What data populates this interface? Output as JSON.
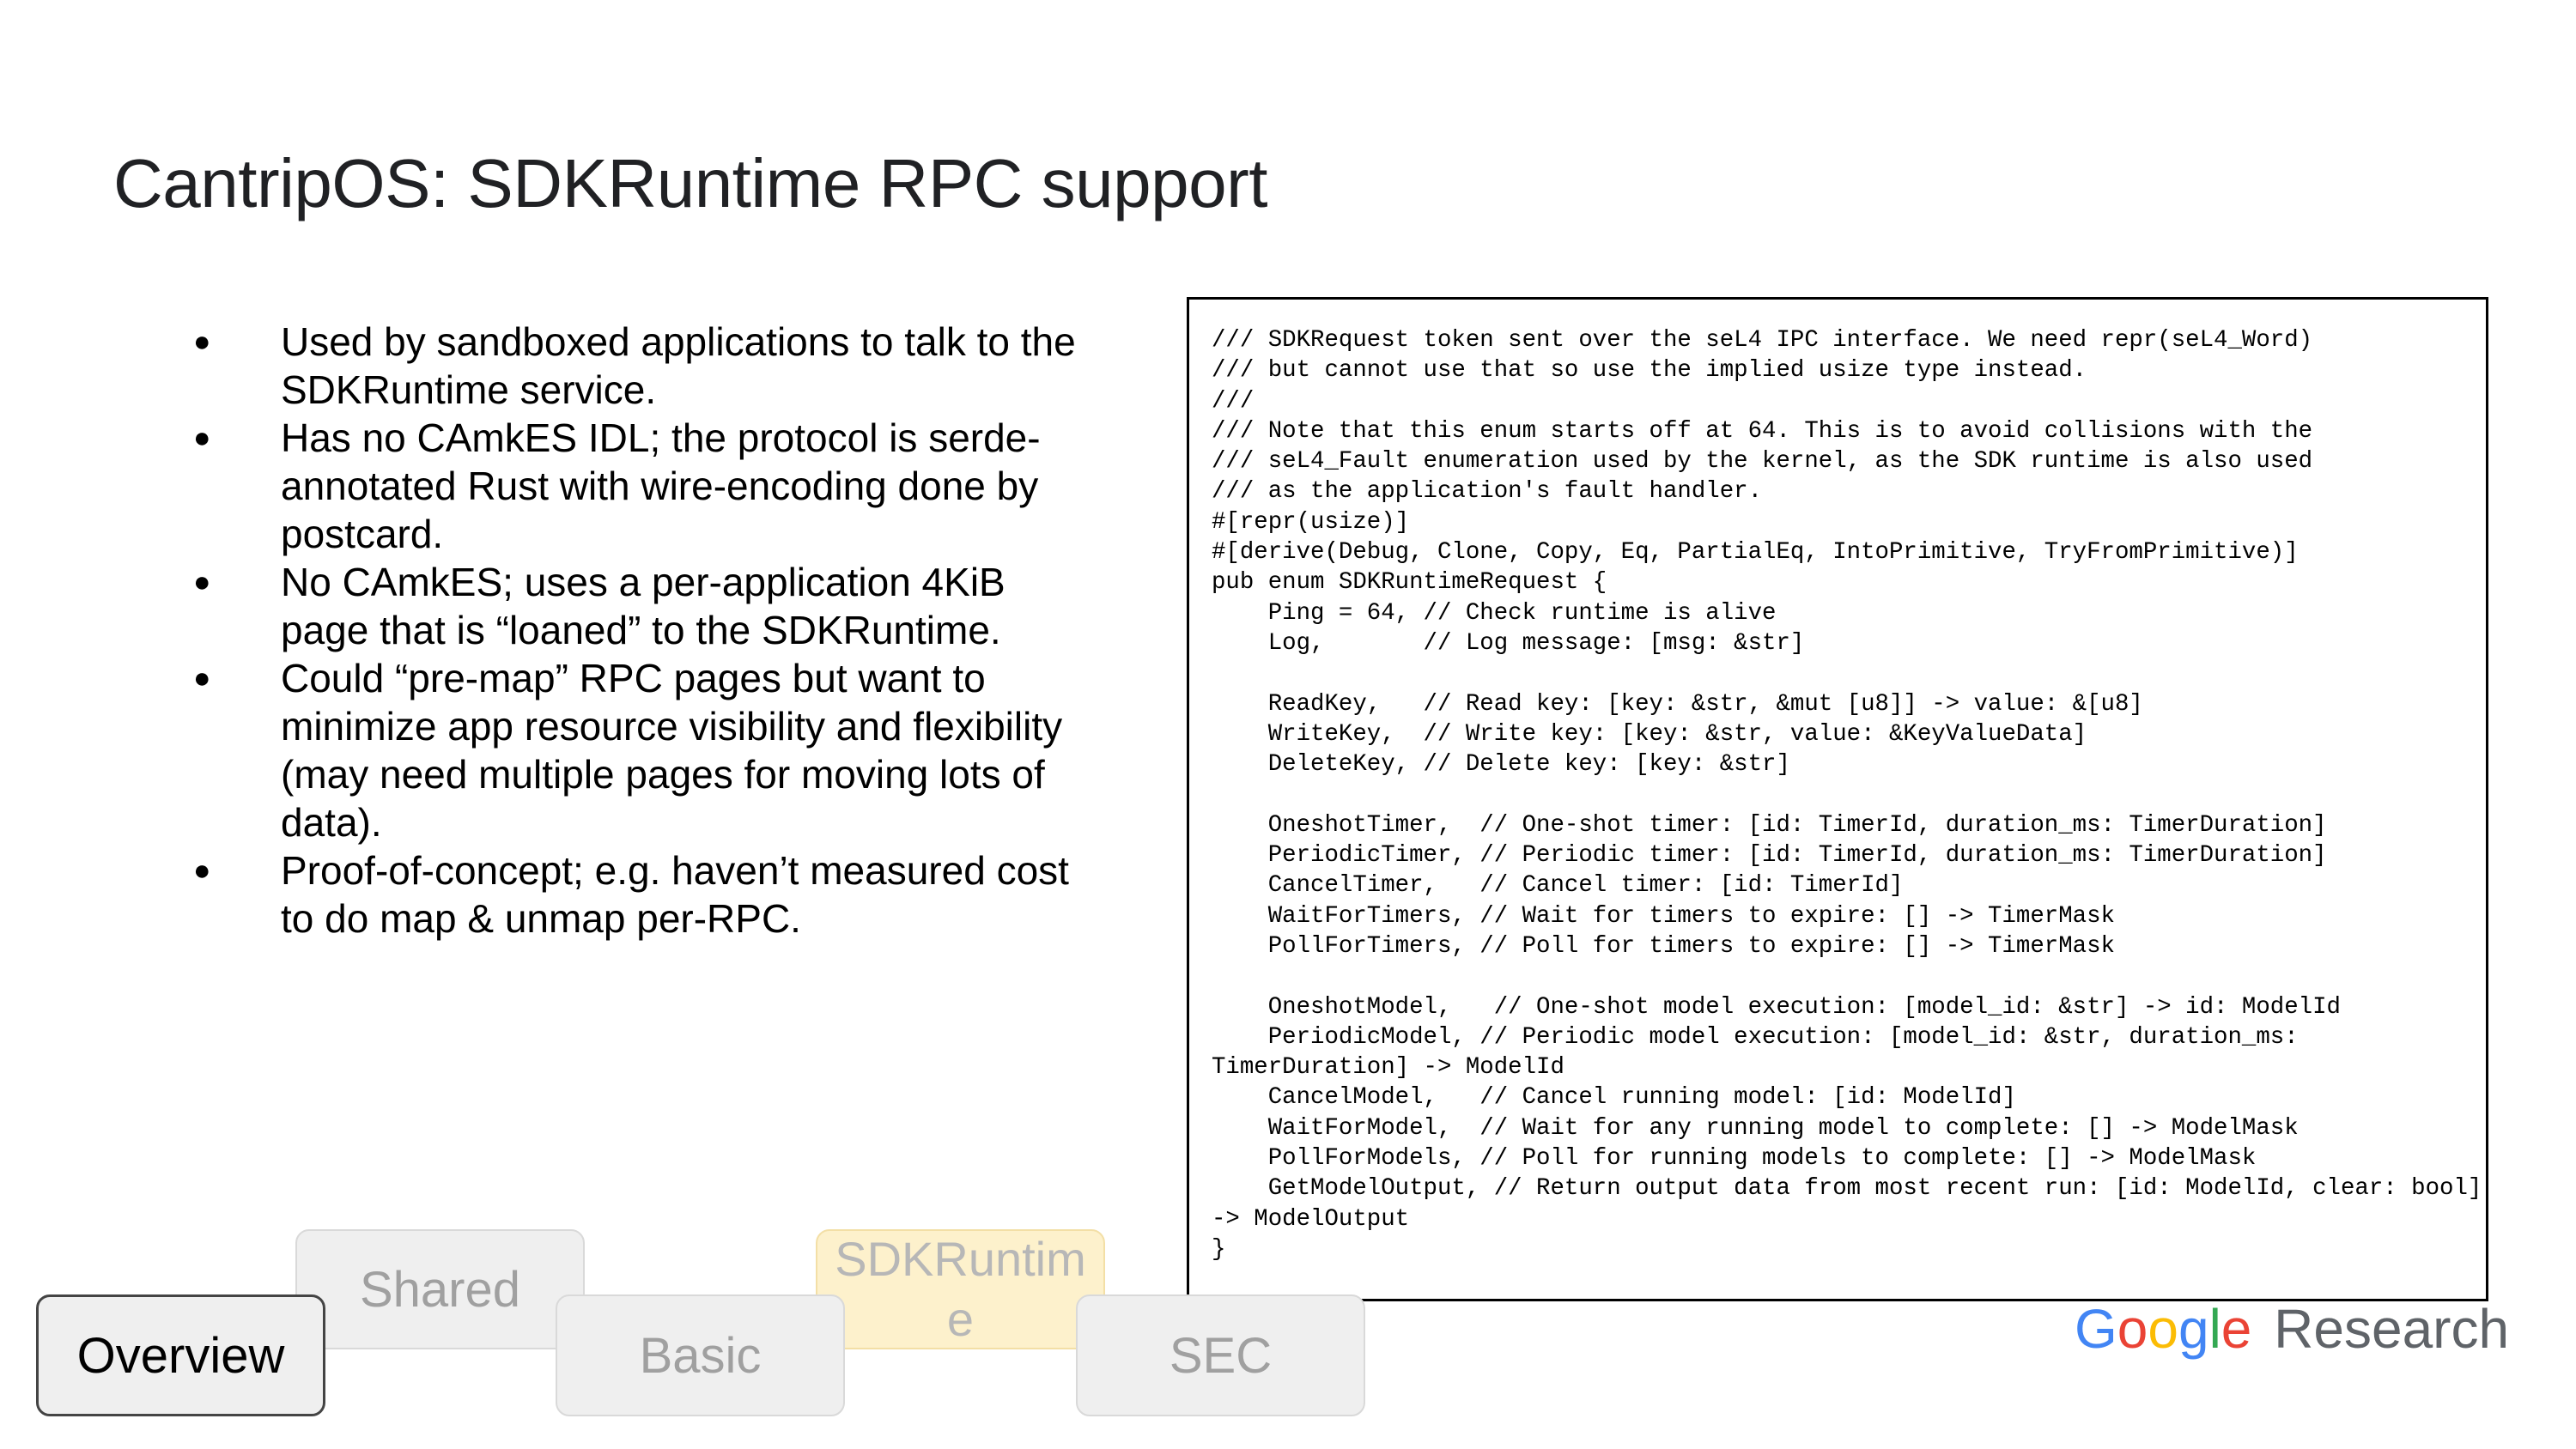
{
  "slide": {
    "title": "CantripOS: SDKRuntime RPC support"
  },
  "bullets": [
    "Used by sandboxed applications to talk to the SDKRuntime service.",
    "Has no CAmkES IDL; the protocol is serde-annotated Rust with wire-encoding done by postcard.",
    "No CAmkES; uses a per-application 4KiB page that is “loaned” to the SDKRuntime.",
    "Could “pre-map” RPC pages but want to minimize app resource visibility and flexibility (may need multiple pages for moving lots of data).",
    "Proof-of-concept; e.g. haven’t measured cost to do map & unmap per-RPC."
  ],
  "code": "/// SDKRequest token sent over the seL4 IPC interface. We need repr(seL4_Word)\n/// but cannot use that so use the implied usize type instead.\n///\n/// Note that this enum starts off at 64. This is to avoid collisions with the\n/// seL4_Fault enumeration used by the kernel, as the SDK runtime is also used\n/// as the application's fault handler.\n#[repr(usize)]\n#[derive(Debug, Clone, Copy, Eq, PartialEq, IntoPrimitive, TryFromPrimitive)]\npub enum SDKRuntimeRequest {\n    Ping = 64, // Check runtime is alive\n    Log,       // Log message: [msg: &str]\n\n    ReadKey,   // Read key: [key: &str, &mut [u8]] -> value: &[u8]\n    WriteKey,  // Write key: [key: &str, value: &KeyValueData]\n    DeleteKey, // Delete key: [key: &str]\n\n    OneshotTimer,  // One-shot timer: [id: TimerId, duration_ms: TimerDuration]\n    PeriodicTimer, // Periodic timer: [id: TimerId, duration_ms: TimerDuration]\n    CancelTimer,   // Cancel timer: [id: TimerId]\n    WaitForTimers, // Wait for timers to expire: [] -> TimerMask\n    PollForTimers, // Poll for timers to expire: [] -> TimerMask\n\n    OneshotModel,   // One-shot model execution: [model_id: &str] -> id: ModelId\n    PeriodicModel, // Periodic model execution: [model_id: &str, duration_ms:\nTimerDuration] -> ModelId\n    CancelModel,   // Cancel running model: [id: ModelId]\n    WaitForModel,  // Wait for any running model to complete: [] -> ModelMask\n    PollForModels, // Poll for running models to complete: [] -> ModelMask\n    GetModelOutput, // Return output data from most recent run: [id: ModelId, clear: bool]\n-> ModelOutput\n}",
  "tabs": {
    "overview": "Overview",
    "shared": "Shared",
    "basic": "Basic",
    "sdkruntime": "SDKRuntime",
    "sec": "SEC"
  },
  "logo": {
    "google_letters": [
      "G",
      "o",
      "o",
      "g",
      "l",
      "e"
    ],
    "research": "Research",
    "colors": {
      "blue": "#4285F4",
      "red": "#EA4335",
      "yellow": "#FBBC05",
      "green": "#34A853",
      "gray": "#5F6368"
    }
  }
}
